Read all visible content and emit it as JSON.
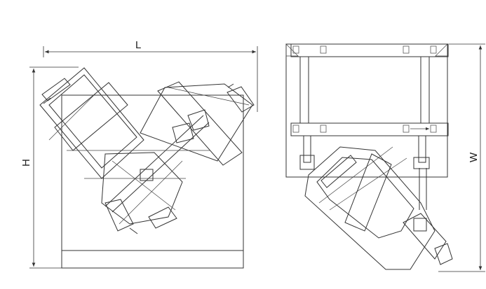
{
  "drawing": {
    "front_view": {
      "length_label": "L",
      "height_label": "H"
    },
    "side_view": {
      "width_label": "W"
    }
  },
  "colors": {
    "line": "#333333",
    "background": "#ffffff"
  }
}
